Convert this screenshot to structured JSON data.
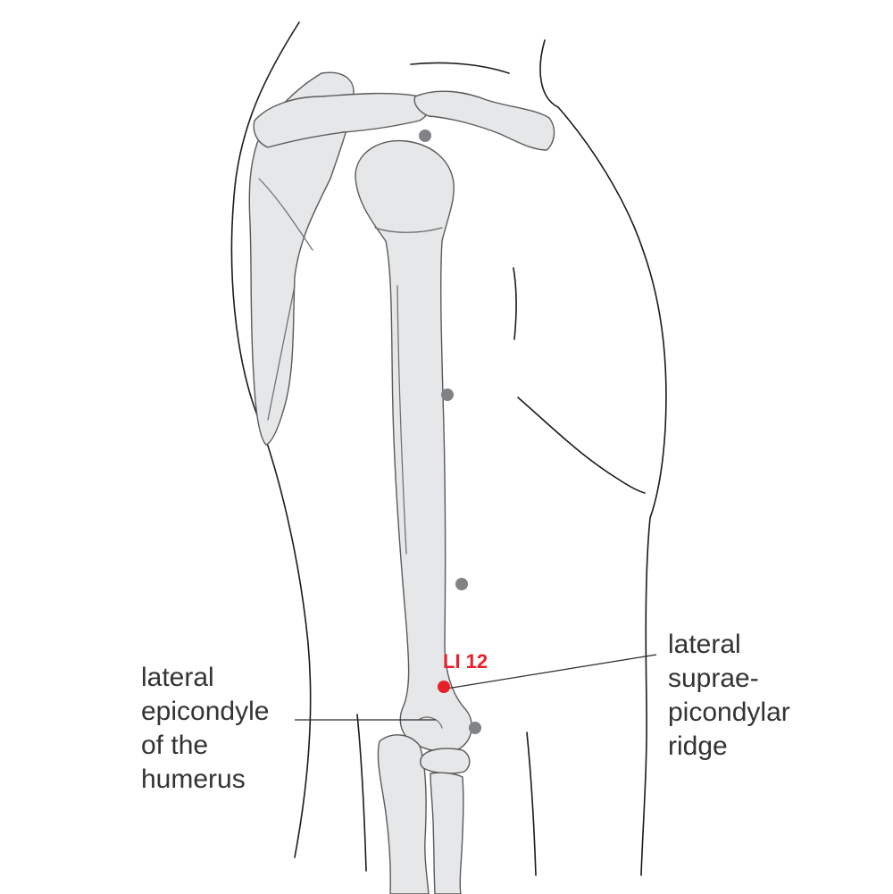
{
  "colors": {
    "bone_fill": "#e6e7e8",
    "outline": "#1a1a1a",
    "point_gray": "#808285",
    "point_highlight": "#e8202a",
    "label_text": "#333333"
  },
  "highlight_point": {
    "label": "LI 12"
  },
  "labels": {
    "left": {
      "lines": [
        "lateral",
        "epicondyle",
        "of the",
        "humerus"
      ]
    },
    "right": {
      "lines": [
        "lateral",
        "suprae-",
        "picondylar",
        "ridge"
      ]
    }
  }
}
